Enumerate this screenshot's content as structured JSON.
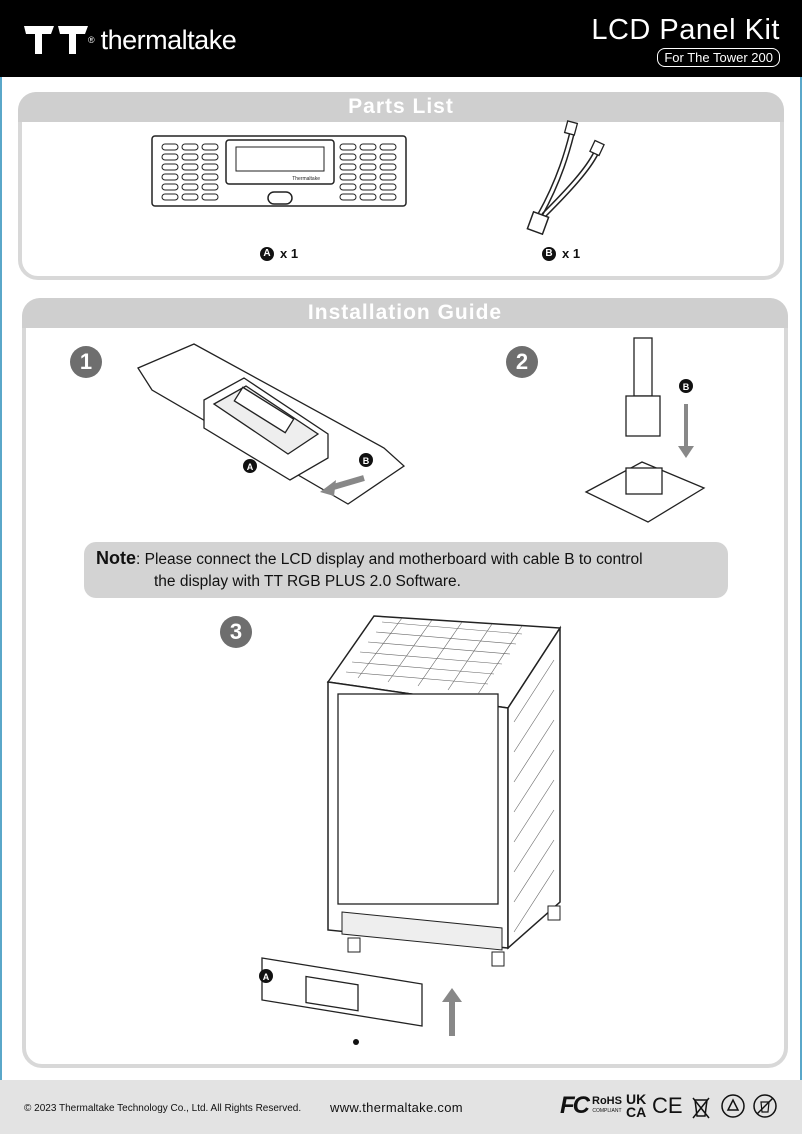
{
  "header": {
    "brand_name": "thermaltake",
    "registered_mark": "®",
    "product_title": "LCD Panel Kit",
    "product_subtitle": "For The Tower 200"
  },
  "parts_list": {
    "title": "Parts List",
    "items": [
      {
        "letter": "A",
        "quantity": "x 1",
        "lcd_brand_text": "Thermaltake"
      },
      {
        "letter": "B",
        "quantity": "x 1"
      }
    ]
  },
  "installation_guide": {
    "title": "Installation Guide",
    "steps": [
      {
        "number": "1",
        "callouts": [
          "A",
          "B"
        ]
      },
      {
        "number": "2",
        "callouts": [
          "B"
        ]
      },
      {
        "number": "3",
        "callouts": [
          "A"
        ]
      }
    ],
    "note": {
      "label": "Note",
      "line1": ": Please connect the LCD display and motherboard with cable B to control",
      "line2": "the display with TT RGB PLUS 2.0 Software."
    }
  },
  "footer": {
    "copyright": "© 2023 Thermaltake Technology Co., Ltd. All Rights Reserved.",
    "website": "www.thermaltake.com",
    "certifications": [
      "FC",
      "RoHS",
      "COMPLIANT",
      "UK",
      "CA",
      "CE"
    ]
  },
  "colors": {
    "header_bg": "#000000",
    "panel_border": "#d8d8d8",
    "section_header_bg": "#cfcfcf",
    "note_bg": "#d3d3d3",
    "step_badge": "#6e6e6e",
    "footer_bg": "#e3e3e3",
    "accent_edge": "#5aa7c9"
  },
  "icons": [
    "thermaltake-logo-icon",
    "circle-letter-a-icon",
    "circle-letter-b-icon",
    "arrow-up-icon",
    "arrow-down-icon",
    "arrow-left-icon",
    "weee-bin-icon",
    "recycle-icon",
    "no-trash-icon"
  ]
}
